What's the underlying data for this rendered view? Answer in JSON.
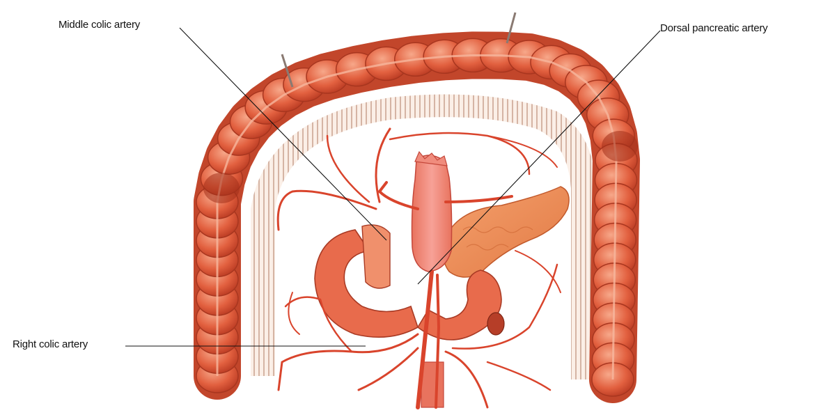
{
  "labels": {
    "middle_colic_artery": "Middle colic artery",
    "dorsal_pancreatic_artery": "Dorsal pancreatic artery",
    "right_colic_artery": "Right colic artery"
  },
  "colors": {
    "colon": "#e2603f",
    "colon_highlight": "#f39a7c",
    "colon_shadow": "#b93a22",
    "artery": "#d9442c",
    "pancreas": "#ef8a55",
    "duodenum": "#e86b4c",
    "aorta": "#f28a7c",
    "mesentery_stripe": "#caa18f",
    "leader_line": "#111111"
  }
}
